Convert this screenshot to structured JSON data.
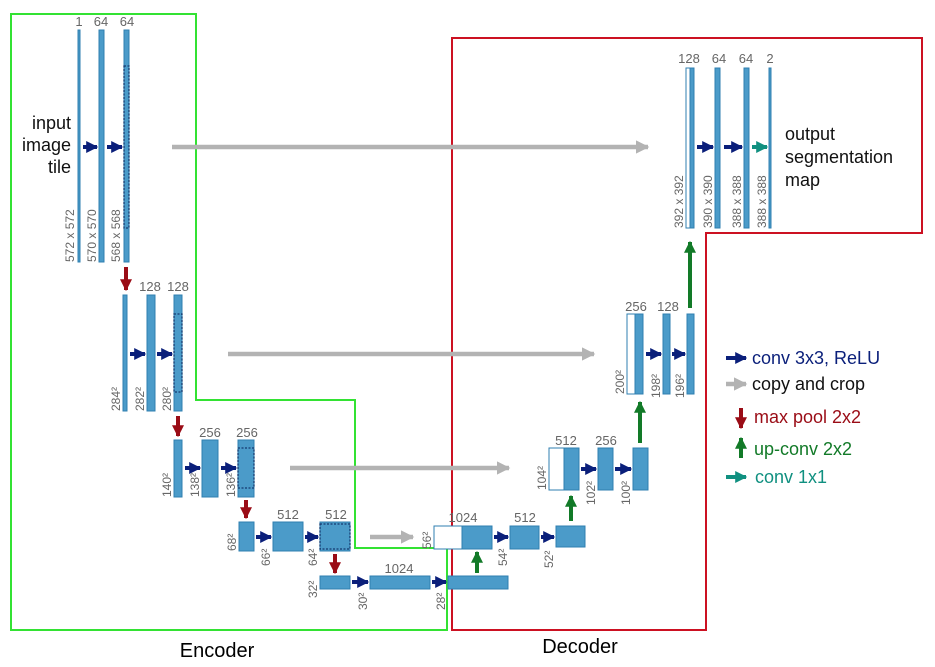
{
  "colors": {
    "fmap_fill": "#4b9bc9",
    "fmap_stroke": "#2f7fb0",
    "conv": "#0a1f7a",
    "copy": "#b3b3b3",
    "pool": "#9a0c16",
    "upconv": "#127a28",
    "conv1x1": "#109080",
    "encoder_box": "#33e233",
    "decoder_box": "#cc1122"
  },
  "regions": {
    "encoder_label": "Encoder",
    "decoder_label": "Decoder"
  },
  "input_label": [
    "input",
    "image",
    "tile"
  ],
  "output_label": [
    "output",
    "segmentation",
    "map"
  ],
  "legend": {
    "conv": "conv 3x3, ReLU",
    "copy": "copy and crop",
    "pool": "max pool 2x2",
    "upconv": "up-conv 2x2",
    "conv1x1": "conv 1x1"
  },
  "channels": {
    "enc1": [
      "1",
      "64",
      "64"
    ],
    "enc2": [
      "128",
      "128"
    ],
    "enc3": [
      "256",
      "256"
    ],
    "enc4": [
      "512",
      "512"
    ],
    "bottom": [
      "1024"
    ],
    "dec4": [
      "1024",
      "512"
    ],
    "dec3": [
      "512",
      "256"
    ],
    "dec2": [
      "256",
      "128"
    ],
    "dec1": [
      "128",
      "64",
      "64",
      "2"
    ]
  },
  "dims": {
    "enc1": [
      "572 x 572",
      "570 x 570",
      "568 x 568"
    ],
    "enc2": [
      "284²",
      "282²",
      "280²"
    ],
    "enc3": [
      "140²",
      "138²",
      "136²"
    ],
    "enc4": [
      "68²",
      "66²",
      "64²"
    ],
    "bottom": [
      "32²",
      "30²",
      "28²"
    ],
    "dec4": [
      "56²",
      "54²",
      "52²"
    ],
    "dec3": [
      "104²",
      "102²",
      "100²"
    ],
    "dec2": [
      "200²",
      "198²",
      "196²"
    ],
    "dec1": [
      "392 x 392",
      "390 x 390",
      "388 x 388",
      "388 x 388"
    ]
  }
}
